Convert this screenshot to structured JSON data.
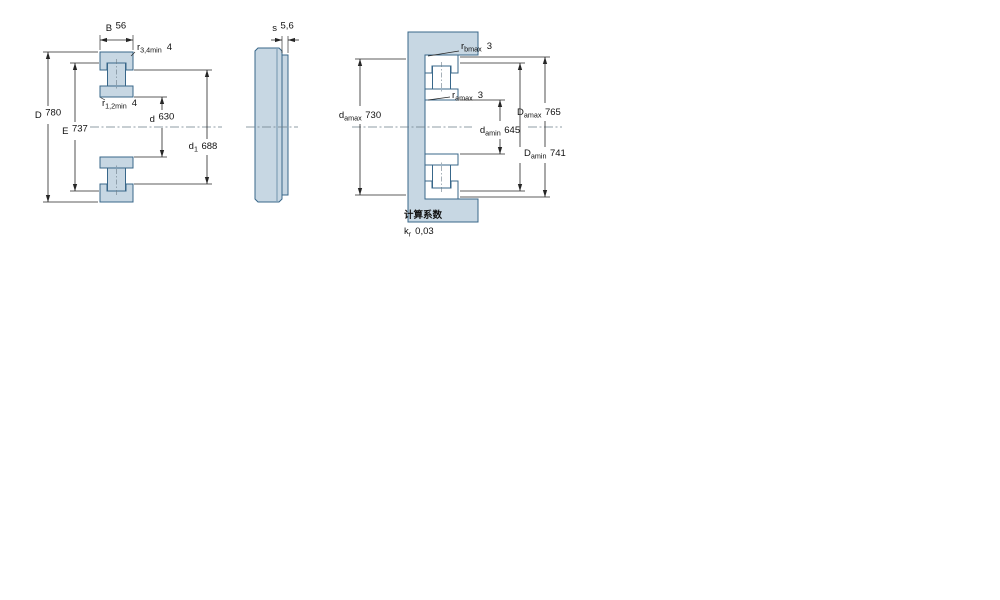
{
  "drawing": {
    "type": "bearing-technical-drawing",
    "colors": {
      "part_fill": "#c7d7e3",
      "part_stroke": "#38678a",
      "dim_line": "#262626"
    },
    "dims": {
      "B": {
        "label": "B",
        "sub": "",
        "value": "56"
      },
      "r34": {
        "label": "r",
        "sub": "3,4min",
        "value": "4"
      },
      "r12": {
        "label": "r",
        "sub": "1,2min",
        "value": "4"
      },
      "D": {
        "label": "D",
        "sub": "",
        "value": "780"
      },
      "E": {
        "label": "E",
        "sub": "",
        "value": "737"
      },
      "d": {
        "label": "d",
        "sub": "",
        "value": "630"
      },
      "d1": {
        "label": "d",
        "sub": "1",
        "value": "688"
      },
      "s": {
        "label": "s",
        "sub": "",
        "value": "5,6"
      },
      "rb": {
        "label": "r",
        "sub": "bmax",
        "value": "3"
      },
      "ra": {
        "label": "r",
        "sub": "amax",
        "value": "3"
      },
      "da_max": {
        "label": "d",
        "sub": "amax",
        "value": "730"
      },
      "da_min": {
        "label": "d",
        "sub": "amin",
        "value": "645"
      },
      "Da_max": {
        "label": "D",
        "sub": "amax",
        "value": "765"
      },
      "Da_min": {
        "label": "D",
        "sub": "amin",
        "value": "741"
      }
    },
    "calculation_factors": {
      "heading": "计算系数",
      "kr": {
        "label": "k",
        "sub": "r",
        "value": "0,03"
      }
    }
  }
}
